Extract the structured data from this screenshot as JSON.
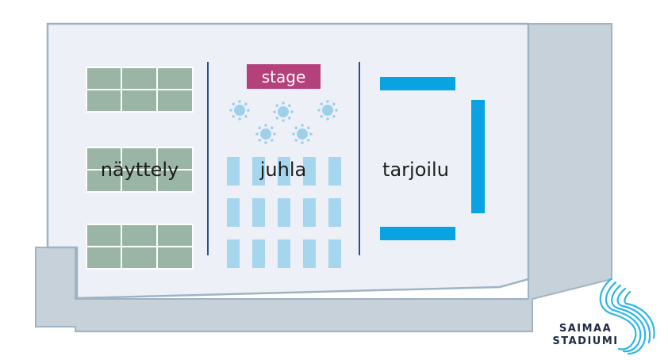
{
  "zones": {
    "exhibition": "näyttely",
    "party": "juhla",
    "catering": "tarjoilu"
  },
  "stage": {
    "label": "stage"
  },
  "brand": {
    "line1": "SAIMAA",
    "line2": "STADIUMI"
  },
  "colors": {
    "floor": "#edf1f7",
    "floor_outline": "#9fb3c4",
    "wall": "#c6d1d9",
    "divider": "#2b4f8a",
    "exhibit_block": "#9ab5a5",
    "stage": "#b4407c",
    "round_table": "#9fd0ea",
    "table": "#a6d5ee",
    "buffet": "#0aa3e2",
    "logo": "#2cb6e6"
  }
}
